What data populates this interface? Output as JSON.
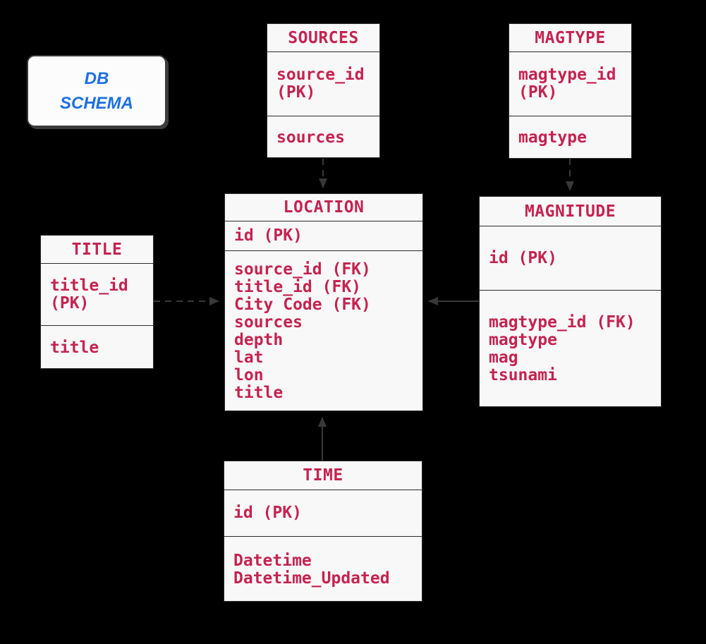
{
  "schema_label": {
    "text": "DB\nSCHEMA"
  },
  "tables": {
    "sources": {
      "name": "SOURCES",
      "cells": [
        "source_id\n(PK)",
        "sources"
      ]
    },
    "magtype": {
      "name": "MAGTYPE",
      "cells": [
        "magtype_id\n(PK)",
        "magtype"
      ]
    },
    "location": {
      "name": "LOCATION",
      "cells": [
        "id (PK)",
        "source_id (FK)\ntitle_id (FK)\nCity Code (FK)\nsources\ndepth\nlat\nlon\ntitle"
      ]
    },
    "magnitude": {
      "name": "MAGNITUDE",
      "cells": [
        "id (PK)",
        "magtype_id (FK)\nmagtype\nmag\ntsunami"
      ]
    },
    "title": {
      "name": "TITLE",
      "cells": [
        "title_id\n(PK)",
        "title"
      ]
    },
    "time": {
      "name": "TIME",
      "cells": [
        "id (PK)",
        "Datetime\nDatetime_Updated"
      ]
    }
  },
  "relationships": [
    {
      "from": "SOURCES",
      "to": "LOCATION",
      "style": "dashed"
    },
    {
      "from": "MAGTYPE",
      "to": "MAGNITUDE",
      "style": "dashed"
    },
    {
      "from": "TITLE",
      "to": "LOCATION",
      "style": "dashed"
    },
    {
      "from": "MAGNITUDE",
      "to": "LOCATION",
      "style": "solid"
    },
    {
      "from": "TIME",
      "to": "LOCATION",
      "style": "solid"
    }
  ],
  "colors": {
    "background": "#000000",
    "table_fill": "#F8F8F8",
    "table_border": "#2b2b2b",
    "entity_text": "#C52350",
    "schema_label_text": "#1D6FE0",
    "arrow": "#383838"
  }
}
